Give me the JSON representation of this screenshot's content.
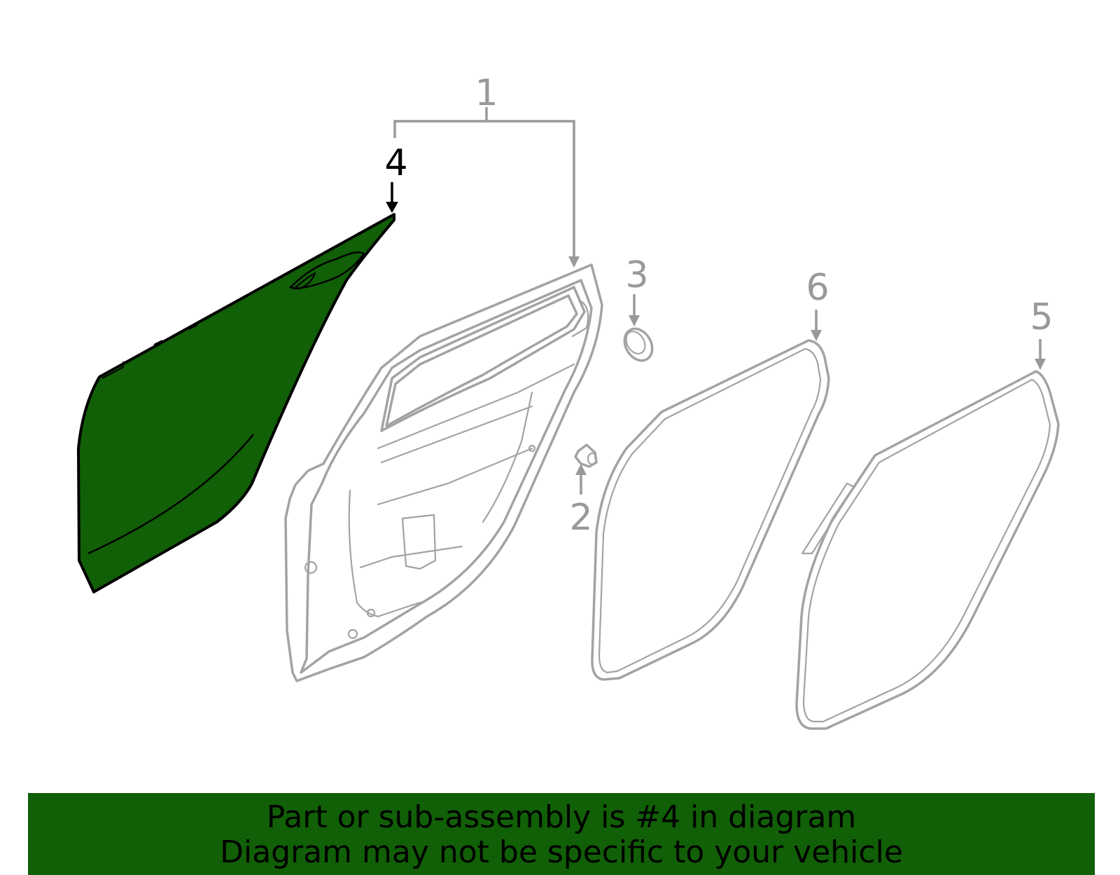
{
  "callouts": {
    "c1": "1",
    "c2": "2",
    "c3": "3",
    "c4": "4",
    "c5": "5",
    "c6": "6"
  },
  "highlighted_part": "4",
  "colors": {
    "highlight_fill": "#115f06",
    "banner_background": "#115f06",
    "part_outline": "#a3a3a3",
    "callout_text": "#999999"
  },
  "banner": {
    "line1": "Part or sub-assembly is #4 in diagram",
    "line2": "Diagram may not be specific to your vehicle"
  }
}
